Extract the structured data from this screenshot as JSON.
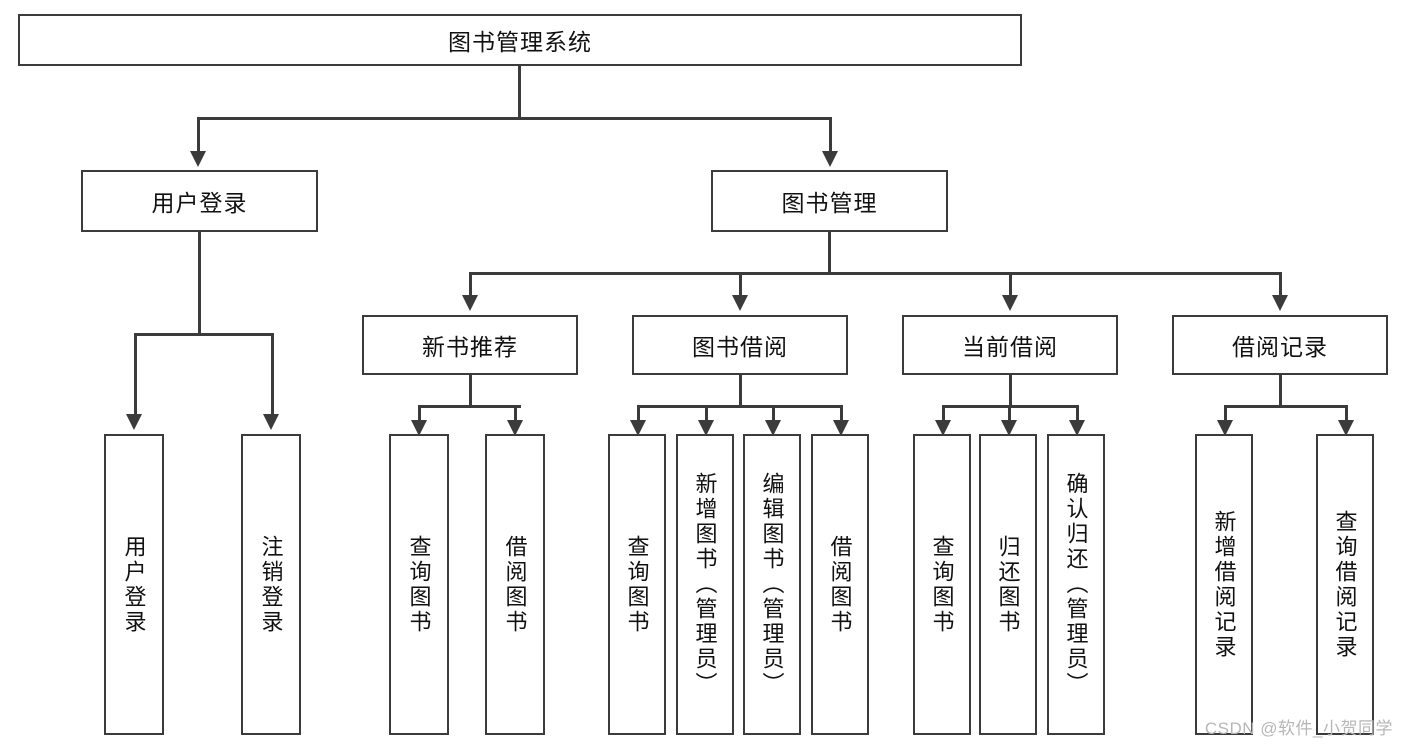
{
  "diagram": {
    "title": "图书管理系统",
    "type": "hierarchy-tree",
    "root": {
      "label": "图书管理系统"
    },
    "level2": [
      {
        "label": "用户登录"
      },
      {
        "label": "图书管理"
      }
    ],
    "level3": [
      {
        "label": "新书推荐"
      },
      {
        "label": "图书借阅"
      },
      {
        "label": "当前借阅"
      },
      {
        "label": "借阅记录"
      }
    ],
    "leaves": {
      "user_login": [
        {
          "label": "用户登录"
        },
        {
          "label": "注销登录"
        }
      ],
      "new_book_recommend": [
        {
          "label": "查询图书"
        },
        {
          "label": "借阅图书"
        }
      ],
      "book_borrow": [
        {
          "label": "查询图书"
        },
        {
          "label": "新增图书（管理员）"
        },
        {
          "label": "编辑图书（管理员）"
        },
        {
          "label": "借阅图书"
        }
      ],
      "current_borrow": [
        {
          "label": "查询图书"
        },
        {
          "label": "归还图书"
        },
        {
          "label": "确认归还（管理员）"
        }
      ],
      "borrow_record": [
        {
          "label": "新增借阅记录"
        },
        {
          "label": "查询借阅记录"
        }
      ]
    }
  },
  "watermark": {
    "text": "CSDN @软件_小贺同学"
  },
  "colors": {
    "stroke": "#3b3b3b",
    "text": "#111111",
    "background": "#ffffff",
    "watermark": "#b7b7b7"
  }
}
